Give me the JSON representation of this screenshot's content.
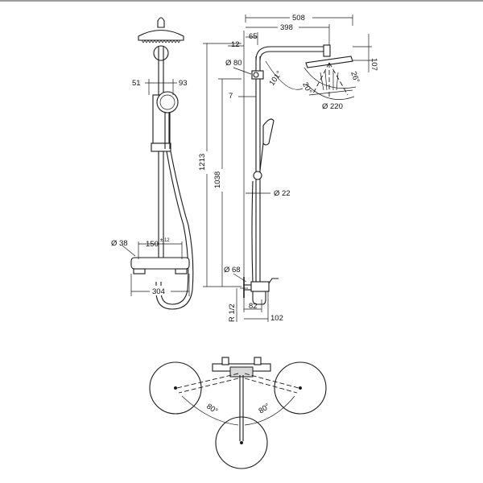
{
  "dimensions": {
    "d508": "508",
    "d398": "398",
    "d65": "65",
    "d12": "12",
    "d107": "107",
    "dia80": "Ø 80",
    "d101": "101°",
    "d20": "20°",
    "d26": "26°",
    "dia220": "Ø 220",
    "d7": "7",
    "d51": "51",
    "d93": "93",
    "d1213": "1213",
    "d1038": "1038",
    "dia22": "Ø 22",
    "dia38": "Ø 38",
    "d150": "150",
    "d150tol": "± 12",
    "d304": "304",
    "dia68": "Ø 68",
    "r12": "R 1/2",
    "d82": "82",
    "d102": "102",
    "a80l": "80°",
    "a80r": "80°"
  }
}
